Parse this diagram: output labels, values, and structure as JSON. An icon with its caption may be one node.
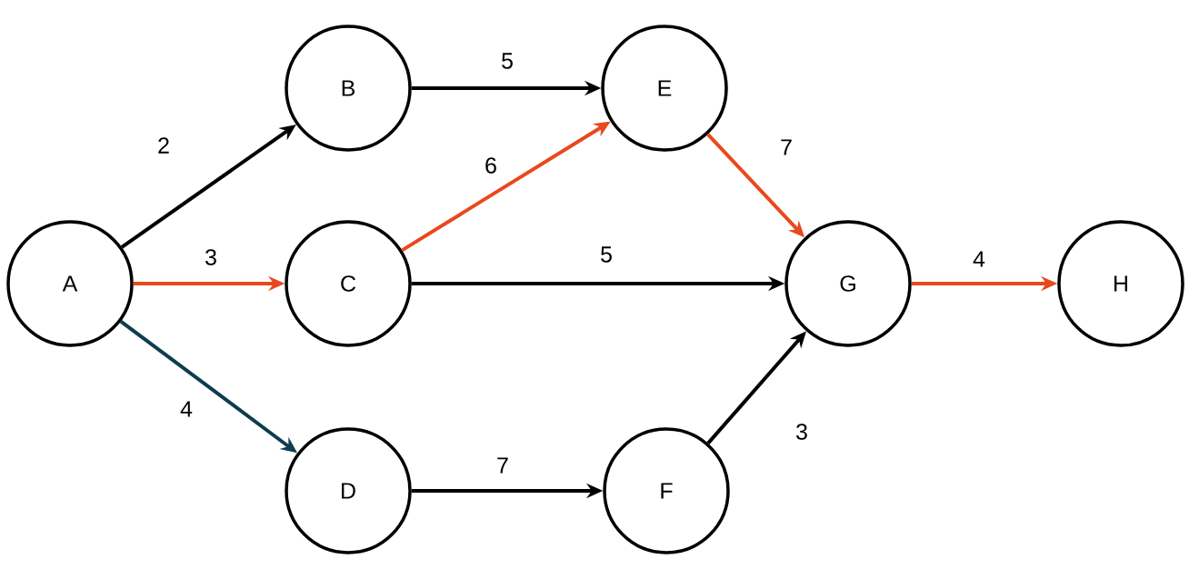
{
  "diagram": {
    "nodes": [
      {
        "text": [
          "A"
        ]
      },
      {
        "text": [
          "B"
        ]
      },
      {
        "text": [
          "C"
        ]
      },
      {
        "text": [
          "D"
        ]
      },
      {
        "text": [
          "E"
        ]
      },
      {
        "text": [
          "F"
        ]
      },
      {
        "text": [
          "G"
        ]
      },
      {
        "text": [
          "H"
        ]
      }
    ],
    "edges": [
      {
        "from": 0,
        "to": 1,
        "arrow": "to",
        "label": "2"
      },
      {
        "from": 0,
        "to": 2,
        "arrow": "to",
        "label": "3",
        "color": "#e8491d"
      },
      {
        "from": 0,
        "to": 3,
        "arrow": "to",
        "label": "4",
        "color": "#0d3d4f"
      },
      {
        "from": 1,
        "to": 4,
        "arrow": "to",
        "label": "5"
      },
      {
        "from": 2,
        "to": 4,
        "arrow": "to",
        "label": "6",
        "color": "#e8491d"
      },
      {
        "from": 2,
        "to": 6,
        "arrow": "to",
        "label": "5"
      },
      {
        "from": 3,
        "to": 5,
        "arrow": "to",
        "label": "7"
      },
      {
        "from": 4,
        "to": 6,
        "arrow": "to",
        "label": "7",
        "color": "#e8491d"
      },
      {
        "from": 5,
        "to": 6,
        "arrow": "to",
        "label": "3"
      },
      {
        "from": 6,
        "to": 7,
        "arrow": "to",
        "label": "4",
        "color": "#e8491d"
      }
    ]
  }
}
